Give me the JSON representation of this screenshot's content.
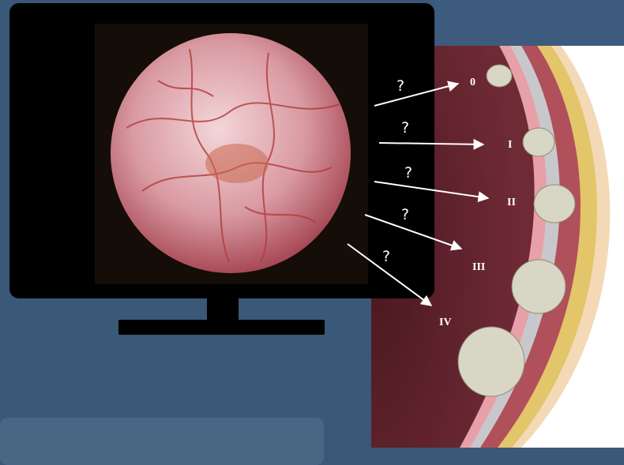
{
  "question_marks": [
    "?",
    "?",
    "?",
    "?",
    "?"
  ],
  "stages": [
    "0",
    "I",
    "II",
    "III",
    "IV"
  ],
  "colors": {
    "background": "#3a5878",
    "monitor": "#000000",
    "arrow": "#ffffff",
    "tumor": "#d8d6c4",
    "bladder_wall": "#6b2a34",
    "mucosa": "#e7a0a8",
    "fat": "#e3c56a"
  }
}
